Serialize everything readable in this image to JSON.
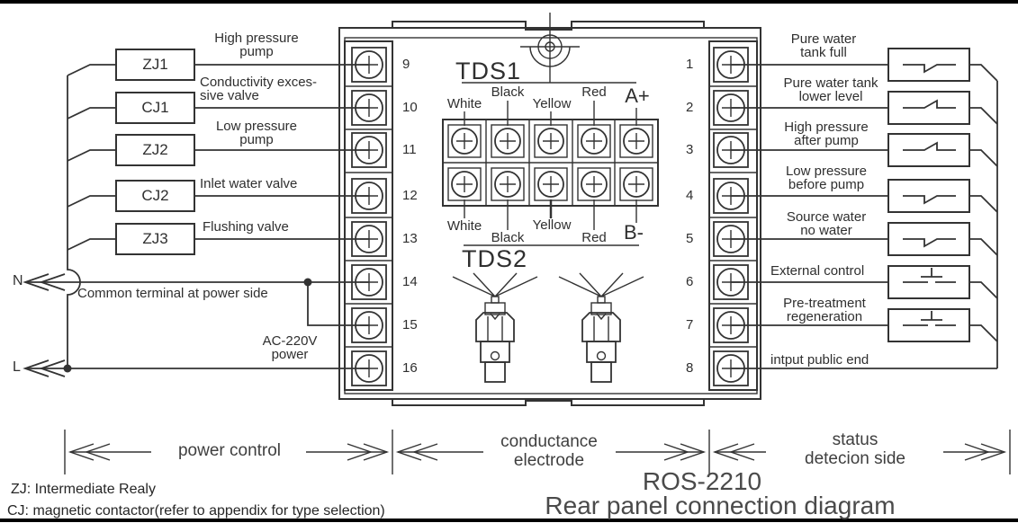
{
  "colors": {
    "line": "#333333",
    "text": "#2f2f2f",
    "muted_text": "#4a4a4a",
    "background": "#ffffff",
    "edge_bar": "#000000"
  },
  "titles": {
    "model": "ROS-2210",
    "main": "Rear panel connection diagram"
  },
  "notes": {
    "zj": "ZJ: Intermediate Realy",
    "cj": "CJ: magnetic contactor(refer to appendix for type selection)"
  },
  "sections": {
    "power": "power control",
    "conductance": "conductance\nelectrode",
    "status": "status\ndetecion side"
  },
  "power_side": {
    "n_label": "N",
    "l_label": "L",
    "common_note": "Common terminal at power side",
    "ac_note": "AC-220V\npower",
    "relays": [
      {
        "name": "ZJ1",
        "function": "High pressure\npump"
      },
      {
        "name": "CJ1",
        "function": "Conductivity exces-\nsive valve"
      },
      {
        "name": "ZJ2",
        "function": "Low pressure\npump"
      },
      {
        "name": "CJ2",
        "function": "Inlet water valve"
      },
      {
        "name": "ZJ3",
        "function": "Flushing valve"
      }
    ]
  },
  "panel": {
    "left_terminals": [
      "9",
      "10",
      "11",
      "12",
      "13",
      "14",
      "15",
      "16"
    ],
    "right_terminals": [
      "1",
      "2",
      "3",
      "4",
      "5",
      "6",
      "7",
      "8"
    ],
    "tds1": {
      "title": "TDS1",
      "wire_labels": [
        "White",
        "Black",
        "Yellow",
        "Red",
        "A+"
      ]
    },
    "tds2": {
      "title": "TDS2",
      "wire_labels": [
        "White",
        "Black",
        "Yellow",
        "Red",
        "B-"
      ]
    }
  },
  "status_side": {
    "inputs": [
      {
        "label": "Pure water\ntank full"
      },
      {
        "label": "Pure water tank\nlower level"
      },
      {
        "label": "High pressure\nafter pump"
      },
      {
        "label": "Low pressure\nbefore pump"
      },
      {
        "label": "Source water\nno water"
      },
      {
        "label": "External control"
      },
      {
        "label": "Pre-treatment\nregeneration"
      },
      {
        "label": "intput  public end"
      }
    ]
  }
}
